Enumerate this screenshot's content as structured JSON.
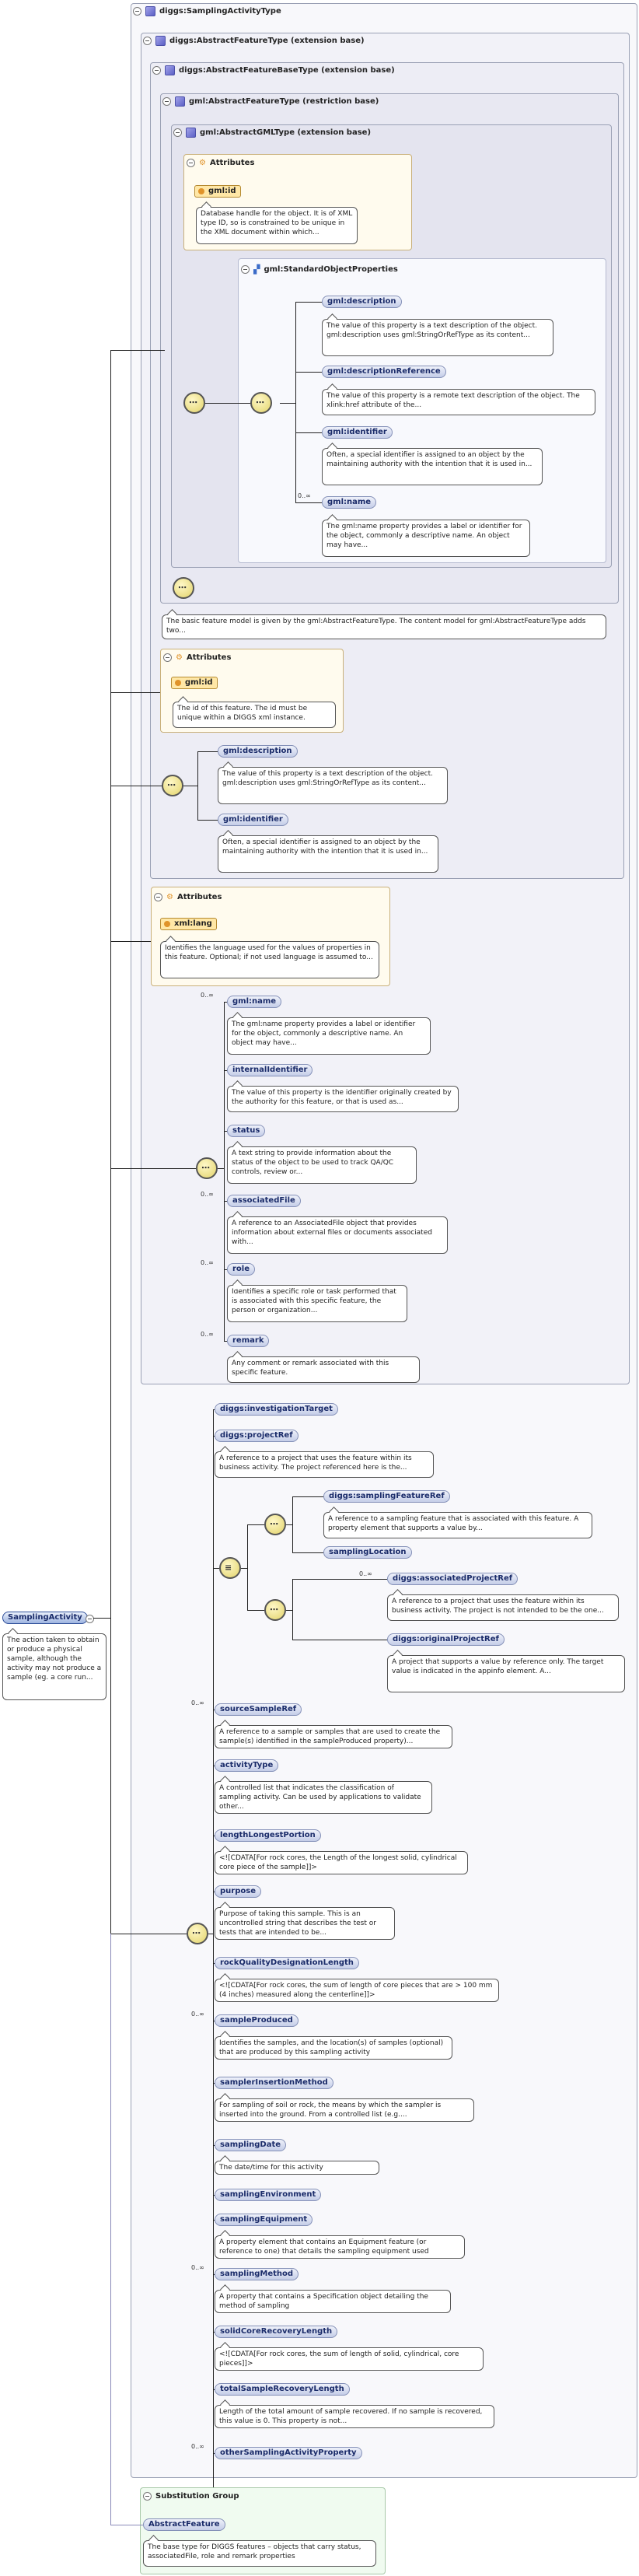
{
  "root": {
    "label": "SamplingActivity",
    "desc": "The action taken to obtain or produce a physical sample, although the activity may not produce a sample (eg. a core run..."
  },
  "type_label": "diggs:SamplingActivityType",
  "bases": {
    "abstract_feature": "diggs:AbstractFeatureType (extension base)",
    "abstract_feature_base": "diggs:AbstractFeatureBaseType (extension base)",
    "gml_abstract_feature": "gml:AbstractFeatureType (restriction base)",
    "gml_abstract_gml": "gml:AbstractGMLType (extension base)"
  },
  "attributes_label": "Attributes",
  "gml_id": {
    "label": "gml:id",
    "desc": "Database handle for the object. It is of XML type ID, so is constrained to be unique in the XML document within which..."
  },
  "std_props": {
    "label": "gml:StandardObjectProperties",
    "items": [
      {
        "label": "gml:description",
        "desc": "The value of this property is a text description of the object. gml:description uses gml:StringOrRefType as its content..."
      },
      {
        "label": "gml:descriptionReference",
        "desc": "The value of this property is a remote text description of the object. The xlink:href attribute of the..."
      },
      {
        "label": "gml:identifier",
        "desc": "Often, a special identifier is assigned to an object by the maintaining authority with the intention that it is used in..."
      },
      {
        "label": "gml:name",
        "count": "0..∞",
        "desc": "The gml:name property provides a label or identifier for the object, commonly a descriptive name. An object may have..."
      }
    ]
  },
  "feature_model_desc": "The basic feature model is given by the gml:AbstractFeatureType. The content model for gml:AbstractFeatureType adds two...",
  "base_id": {
    "label": "gml:id",
    "desc": "The id of this feature. The id must be unique within a DIGGS xml instance."
  },
  "base_props": [
    {
      "label": "gml:description",
      "desc": "The value of this property is a text description of the object. gml:description uses gml:StringOrRefType as its content..."
    },
    {
      "label": "gml:identifier",
      "desc": "Often, a special identifier is assigned to an object by the maintaining authority with the intention that it is used in..."
    }
  ],
  "xml_lang": {
    "label": "xml:lang",
    "desc": "Identifies the language used for the values of properties in this feature. Optional; if not used language is assumed to..."
  },
  "feature_props": [
    {
      "label": "gml:name",
      "count": "0..∞",
      "desc": "The gml:name property provides a label or identifier for the object, commonly a descriptive name. An object may have..."
    },
    {
      "label": "internalIdentifier",
      "count": "",
      "desc": "The value of this property is the identifier originally created by the authority for this feature, or that is used as..."
    },
    {
      "label": "status",
      "count": "",
      "desc": "A text string to provide information about the status of the object to be used to track QA/QC controls, review or..."
    },
    {
      "label": "associatedFile",
      "count": "0..∞",
      "desc": "A reference to an AssociatedFile object that provides information about external files or documents associated with..."
    },
    {
      "label": "role",
      "count": "0..∞",
      "desc": "Identifies a specific role or task performed that is associated with this specific feature, the person or organization..."
    },
    {
      "label": "remark",
      "count": "0..∞",
      "desc": "Any comment or remark associated with this specific feature."
    }
  ],
  "seq": {
    "investigation_target": {
      "label": "diggs:investigationTarget"
    },
    "project_ref": {
      "label": "diggs:projectRef",
      "desc": "A reference to a project that uses the feature within its business activity. The project referenced here is the..."
    },
    "sampling_feature_ref": {
      "label": "diggs:samplingFeatureRef",
      "desc": "A reference to a sampling feature that is associated with this feature. A property element that supports a value by..."
    },
    "sampling_location": {
      "label": "samplingLocation"
    },
    "associated_project_ref": {
      "label": "diggs:associatedProjectRef",
      "count": "0..∞",
      "desc": "A reference to a project that uses the feature within its business activity. The project is not intended to be the one..."
    },
    "original_project_ref": {
      "label": "diggs:originalProjectRef",
      "desc": "A project that supports a value by reference only. The target value is indicated in the appinfo element. A..."
    }
  },
  "props": [
    {
      "label": "sourceSampleRef",
      "count": "0..∞",
      "desc": "A reference to a sample or samples that are used to create the sample(s) identified in the sampleProduced property)..."
    },
    {
      "label": "activityType",
      "count": "",
      "desc": "A controlled list that indicates the classification of sampling activity. Can be used by applications to validate other..."
    },
    {
      "label": "lengthLongestPortion",
      "count": "",
      "desc": "<![CDATA[For rock cores, the Length of the longest solid, cylindrical core piece of the sample]]>"
    },
    {
      "label": "purpose",
      "count": "",
      "desc": "Purpose of taking this sample. This is an uncontrolled string that describes the test or tests that are intended to be..."
    },
    {
      "label": "rockQualityDesignationLength",
      "count": "",
      "desc": "<![CDATA[For rock cores, the sum of length of core pieces that are > 100 mm (4 inches) measured along the centerline]]>"
    },
    {
      "label": "sampleProduced",
      "count": "0..∞",
      "desc": "Identifies the samples, and the location(s) of samples (optional) that are produced by this sampling activity"
    },
    {
      "label": "samplerInsertionMethod",
      "count": "",
      "desc": "For sampling of soil or rock, the means by which the sampler is inserted into the ground. From a controlled list (e.g...."
    },
    {
      "label": "samplingDate",
      "count": "",
      "desc": "The date/time for this activity"
    },
    {
      "label": "samplingEnvironment",
      "count": "",
      "desc": ""
    },
    {
      "label": "samplingEquipment",
      "count": "",
      "desc": "A property element that contains an Equipment feature (or reference to one) that details the sampling equipment used"
    },
    {
      "label": "samplingMethod",
      "count": "0..∞",
      "desc": "A property that contains a Specification object detailing the method of sampling"
    },
    {
      "label": "solidCoreRecoveryLength",
      "count": "",
      "desc": "<![CDATA[For rock cores, the sum of length of solid, cylindrical, core pieces]]>"
    },
    {
      "label": "totalSampleRecoveryLength",
      "count": "",
      "desc": "Length of the total amount of sample recovered. If no sample is recovered, this value is 0. This property is not..."
    },
    {
      "label": "otherSamplingActivityProperty",
      "count": "0..∞",
      "desc": ""
    }
  ],
  "substitution": {
    "label": "Substitution Group",
    "item": "AbstractFeature",
    "desc": "The base type for DIGGS features – objects that carry status, associatedFile, role and remark properties"
  }
}
